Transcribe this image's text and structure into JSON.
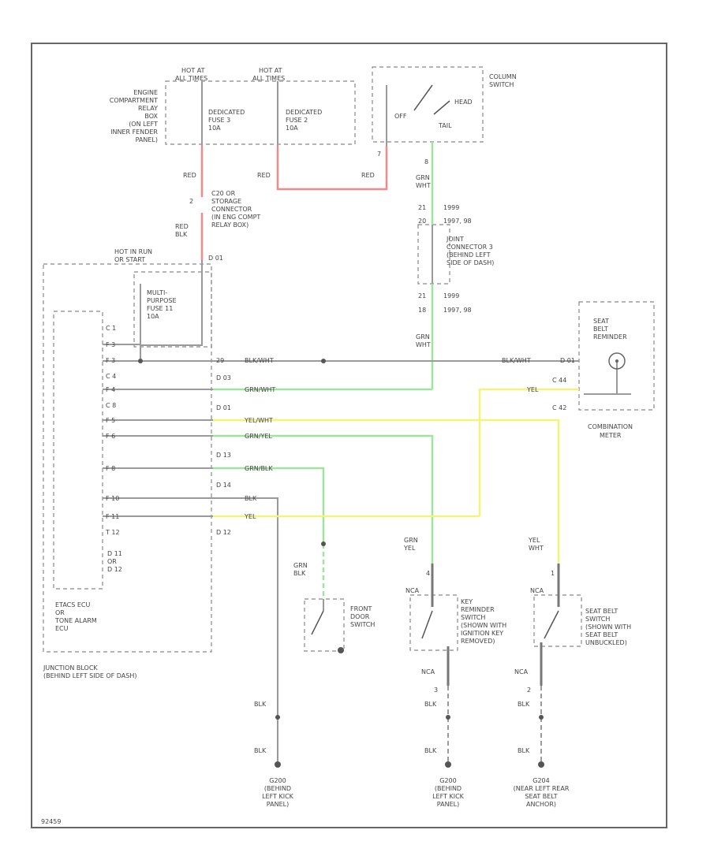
{
  "labels": {
    "engine_box": [
      "ENGINE",
      "COMPARTMENT",
      "RELAY",
      "BOX",
      "(ON LEFT",
      "INNER FENDER",
      "PANEL)"
    ],
    "hot_all_1": [
      "HOT AT",
      "ALL TIMES"
    ],
    "hot_all_2": [
      "HOT AT",
      "ALL TIMES"
    ],
    "fuse_3": [
      "DEDICATED",
      "FUSE 3",
      "10A"
    ],
    "fuse_2": [
      "DEDICATED",
      "FUSE 2",
      "10A"
    ],
    "column_switch": [
      "COLUMN",
      "SWITCH"
    ],
    "sw_off": "OFF",
    "sw_head": "HEAD",
    "sw_tail": "TAIL",
    "pin_7": "7",
    "pin_8": "8",
    "red_1": "RED",
    "red_2": "RED",
    "red_3": "RED",
    "grn_wht_top": [
      "GRN",
      "WHT"
    ],
    "c1_21": "21",
    "c1_1999": "1999",
    "c1_20": "20",
    "c1_97_98": "1997, 98",
    "storage_conn": [
      "C20 OR",
      "STORAGE",
      "CONNECTOR",
      "(IN ENG COMPT",
      "RELAY BOX)"
    ],
    "pin_2": "2",
    "red_blk": [
      "RED",
      "BLK"
    ],
    "joint_conn": [
      "JOINT",
      "CONNECTOR 3",
      "(BEHIND LEFT",
      "SIDE OF DASH)"
    ],
    "hot_run": [
      "HOT IN RUN",
      "OR START"
    ],
    "d01_top": "D 01",
    "c2_21": "21",
    "c2_1999": "1999",
    "c2_18": "18",
    "c2_97_98": "1997, 98",
    "multi_fuse": [
      "MULTI-",
      "PURPOSE",
      "FUSE 11",
      "10A"
    ],
    "grn_wht_mid": [
      "GRN",
      "WHT"
    ],
    "seat_belt_reminder": [
      "SEAT",
      "BELT",
      "REMINDER"
    ],
    "pins_left": [
      "C 1",
      "F 3",
      "F 3",
      "C 4",
      "F 4",
      "C 8",
      "F 5",
      "F 6",
      "F 8",
      "F 10",
      "F 11",
      "T 12"
    ],
    "pins_mid": [
      "29",
      "D 03",
      "D 01",
      "D 13",
      "D 14",
      "D 12"
    ],
    "wire_blk_wht": "BLK/WHT",
    "wire_blk_wht_r": "BLK/WHT",
    "pin_c44": "C 44",
    "pin_c42": "C 42",
    "pin_d01_right": "D 01",
    "wire_yel_r": "YEL",
    "wire_grn_wht": "GRN/WHT",
    "wire_yel_wht": "YEL/WHT",
    "wire_grn_yel": "GRN/YEL",
    "wire_grn_blk": "GRN/BLK",
    "wire_blk": "BLK",
    "wire_yel": "YEL",
    "combination_meter": [
      "COMBINATION",
      "METER"
    ],
    "d11_d12": [
      "D 11",
      "OR",
      "D 12"
    ],
    "etacs": [
      "ETACS ECU",
      "OR",
      "TONE ALARM",
      "ECU"
    ],
    "junction_block": [
      "JUNCTION BLOCK",
      "(BEHIND LEFT SIDE OF DASH)"
    ],
    "grn_blk": [
      "GRN",
      "BLK"
    ],
    "front_door_switch": [
      "FRONT",
      "DOOR",
      "SWITCH"
    ],
    "grn_yel": [
      "GRN",
      "YEL"
    ],
    "pin_4": "4",
    "nca_1": "NCA",
    "key_reminder": [
      "KEY",
      "REMINDER",
      "SWITCH",
      "(SHOWN WITH",
      "IGNITION KEY",
      "REMOVED)"
    ],
    "yel_wht": [
      "YEL",
      "WHT"
    ],
    "pin_1": "1",
    "nca_2": "NCA",
    "seat_belt_switch": [
      "SEAT BELT",
      "SWITCH",
      "(SHOWN WITH",
      "SEAT BELT",
      "UNBUCKLED)"
    ],
    "nca_3": "NCA",
    "pin_3": "3",
    "nca_4": "NCA",
    "pin_2b": "2",
    "blk_1": "BLK",
    "blk_2": "BLK",
    "blk_3": "BLK",
    "blk_4": "BLK",
    "blk_5": "BLK",
    "blk_6": "BLK",
    "ground_1": [
      "G200",
      "(BEHIND",
      "LEFT KICK",
      "PANEL)"
    ],
    "ground_2": [
      "G200",
      "(BEHIND",
      "LEFT KICK",
      "PANEL)"
    ],
    "ground_3": [
      "G204",
      "(NEAR LEFT REAR",
      "SEAT BELT",
      "ANCHOR)"
    ],
    "diagram_id": "92459"
  }
}
